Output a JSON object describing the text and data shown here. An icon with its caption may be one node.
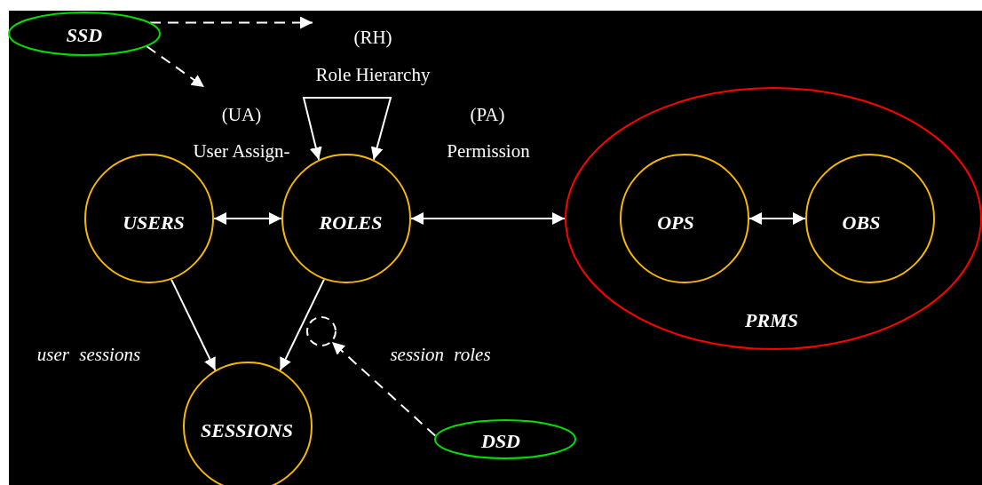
{
  "diagram": {
    "nodes": [
      {
        "text": [
          "SSD"
        ]
      },
      {
        "text": [
          "USERS"
        ]
      },
      {
        "text": [
          "ROLES"
        ]
      },
      {
        "text": [
          "PRMS"
        ]
      },
      {
        "text": [
          "OPS"
        ],
        "in": 3
      },
      {
        "text": [
          "OBS"
        ],
        "in": 3
      },
      {
        "text": [
          "SESSIONS"
        ]
      },
      {
        "text": [],
        "shape": "circle"
      },
      {
        "text": [
          "DSD"
        ]
      }
    ],
    "edges": [
      {
        "from": 0,
        "to": null,
        "arrow": "to",
        "style": "dashed"
      },
      {
        "from": 0,
        "to": null,
        "arrow": "to",
        "style": "dashed"
      },
      {
        "from": 1,
        "to": 2,
        "arrow": "both"
      },
      {
        "from": 2,
        "to": 3,
        "arrow": "both"
      },
      {
        "from": 4,
        "to": 5,
        "arrow": "both"
      },
      {
        "from": 2,
        "to": 2,
        "arrow": "both"
      },
      {
        "from": 1,
        "to": 6,
        "arrow": "to"
      },
      {
        "from": 2,
        "to": 6,
        "arrow": "to"
      },
      {
        "from": 8,
        "to": 7,
        "arrow": "to",
        "style": "dashed"
      }
    ],
    "labels": [
      "(RH)",
      "Role Hierarchy",
      "(UA)",
      "(PA)",
      "User Assign-",
      "Permission",
      "user sessions",
      "session roles"
    ]
  }
}
